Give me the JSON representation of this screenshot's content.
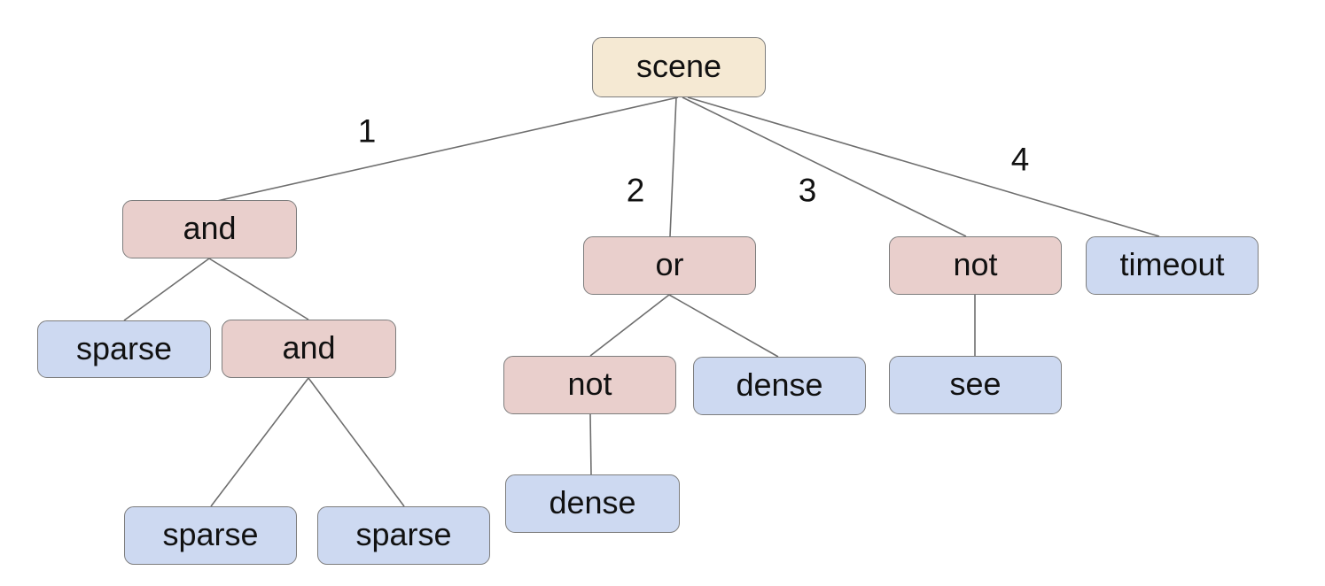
{
  "diagram": {
    "type": "tree",
    "background": "#ffffff",
    "nodes": {
      "scene": {
        "label": "scene",
        "kind": "root"
      },
      "and1": {
        "label": "and",
        "kind": "operator"
      },
      "or1": {
        "label": "or",
        "kind": "operator"
      },
      "not1": {
        "label": "not",
        "kind": "operator"
      },
      "timeout": {
        "label": "timeout",
        "kind": "leaf"
      },
      "sparse1": {
        "label": "sparse",
        "kind": "leaf"
      },
      "and2": {
        "label": "and",
        "kind": "operator"
      },
      "not2": {
        "label": "not",
        "kind": "operator"
      },
      "dense1": {
        "label": "dense",
        "kind": "leaf"
      },
      "see": {
        "label": "see",
        "kind": "leaf"
      },
      "sparse2": {
        "label": "sparse",
        "kind": "leaf"
      },
      "sparse3": {
        "label": "sparse",
        "kind": "leaf"
      },
      "dense2": {
        "label": "dense",
        "kind": "leaf"
      }
    },
    "edge_labels": {
      "branch1": "1",
      "branch2": "2",
      "branch3": "3",
      "branch4": "4"
    },
    "structure": {
      "root": "scene",
      "edges": [
        {
          "from": "scene",
          "to": "and1",
          "label": "1"
        },
        {
          "from": "scene",
          "to": "or1",
          "label": "2"
        },
        {
          "from": "scene",
          "to": "not1",
          "label": "3"
        },
        {
          "from": "scene",
          "to": "timeout",
          "label": "4"
        },
        {
          "from": "and1",
          "to": "sparse1"
        },
        {
          "from": "and1",
          "to": "and2"
        },
        {
          "from": "and2",
          "to": "sparse2"
        },
        {
          "from": "and2",
          "to": "sparse3"
        },
        {
          "from": "or1",
          "to": "not2"
        },
        {
          "from": "or1",
          "to": "dense1"
        },
        {
          "from": "not2",
          "to": "dense2"
        },
        {
          "from": "not1",
          "to": "see"
        }
      ]
    },
    "colors": {
      "root_fill": "#f5e9d3",
      "operator_fill": "#e9cfcc",
      "leaf_fill": "#cdd9f1",
      "node_border": "#7d7d7d",
      "edge_line": "#6e6e6e",
      "text": "#111111"
    }
  }
}
